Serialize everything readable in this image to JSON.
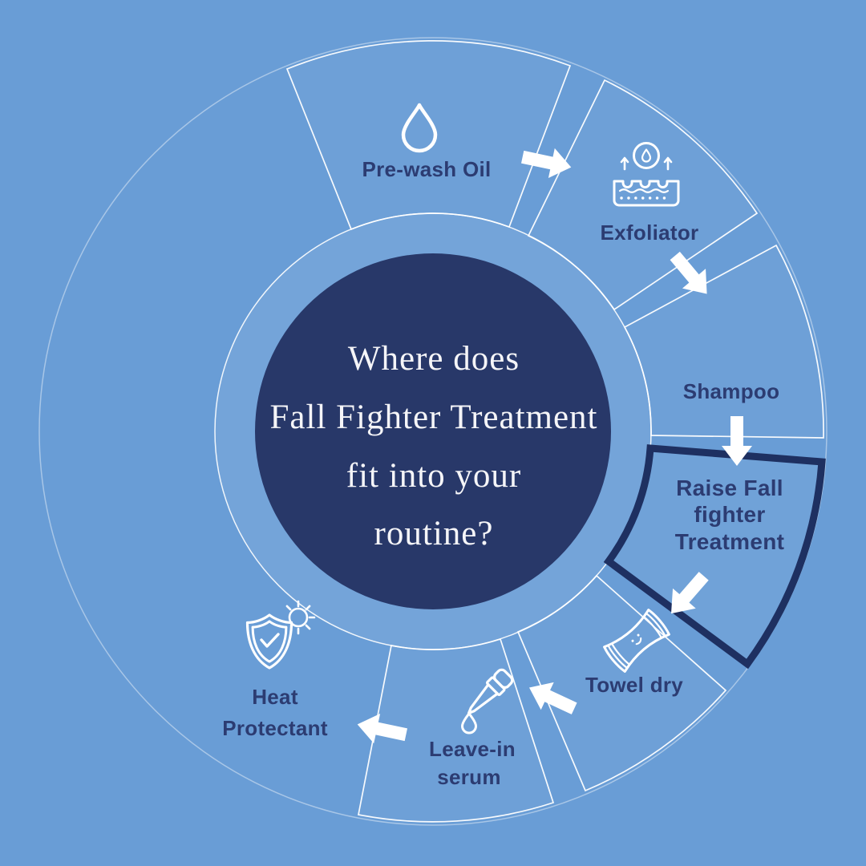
{
  "title": {
    "lines": [
      "Where does",
      "Fall Fighter Treatment",
      "fit into your",
      "routine?"
    ]
  },
  "steps": [
    {
      "id": "pre-wash-oil",
      "label_lines": [
        "Pre-wash Oil"
      ],
      "icon": "droplet-icon",
      "highlighted": false
    },
    {
      "id": "exfoliator",
      "label_lines": [
        "Exfoliator"
      ],
      "icon": "exfoliator-icon",
      "highlighted": false
    },
    {
      "id": "shampoo",
      "label_lines": [
        "Shampoo"
      ],
      "icon": null,
      "highlighted": false
    },
    {
      "id": "raise-fall-fighter-treatment",
      "label_lines": [
        "Raise Fall",
        "fighter",
        "Treatment"
      ],
      "icon": null,
      "highlighted": true
    },
    {
      "id": "towel-dry",
      "label_lines": [
        "Towel dry"
      ],
      "icon": "towel-icon",
      "highlighted": false
    },
    {
      "id": "leave-in-serum",
      "label_lines": [
        "Leave-in",
        "serum"
      ],
      "icon": "dropper-icon",
      "highlighted": false
    },
    {
      "id": "heat-protectant",
      "label_lines": [
        "Heat",
        "Protectant"
      ],
      "icon": "shield-check-sun-icon",
      "highlighted": false
    }
  ],
  "colors": {
    "background": "#699dd6",
    "center_circle": "#283869",
    "highlight_border": "#1e3061",
    "label_text": "#2c3c72",
    "center_text": "#f5f5f8",
    "line_white": "#ffffff"
  }
}
